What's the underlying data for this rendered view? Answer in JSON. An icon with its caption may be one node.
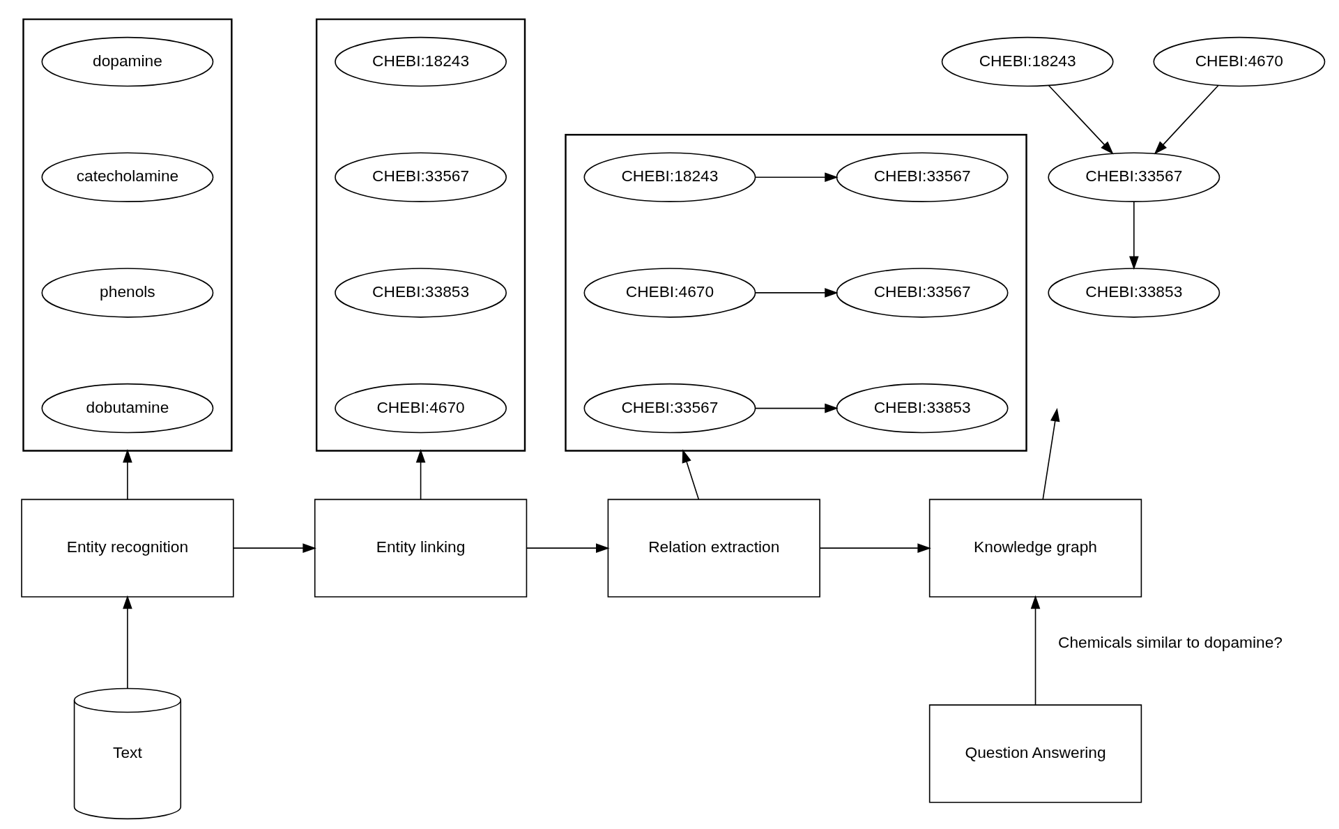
{
  "diagram": {
    "nodes": [
      {
        "text": [],
        "shape": "box"
      },
      {
        "text": [
          "dopamine"
        ],
        "in": 0
      },
      {
        "text": [
          "catecholamine"
        ],
        "in": 0
      },
      {
        "text": [
          "phenols"
        ],
        "in": 0
      },
      {
        "text": [
          "dobutamine"
        ],
        "in": 0
      },
      {
        "text": [],
        "shape": "box"
      },
      {
        "text": [
          "CHEBI:18243"
        ],
        "in": 5
      },
      {
        "text": [
          "CHEBI:33567"
        ],
        "in": 5
      },
      {
        "text": [
          "CHEBI:33853"
        ],
        "in": 5
      },
      {
        "text": [
          "CHEBI:4670"
        ],
        "in": 5
      },
      {
        "text": [],
        "shape": "box"
      },
      {
        "text": [
          "CHEBI:18243"
        ],
        "in": 10
      },
      {
        "text": [
          "CHEBI:33567"
        ],
        "in": 10
      },
      {
        "text": [
          "CHEBI:4670"
        ],
        "in": 10
      },
      {
        "text": [
          "CHEBI:33567"
        ],
        "in": 10
      },
      {
        "text": [
          "CHEBI:33567"
        ],
        "in": 10
      },
      {
        "text": [
          "CHEBI:33853"
        ],
        "in": 10
      },
      {
        "text": [
          "CHEBI:18243"
        ]
      },
      {
        "text": [
          "CHEBI:4670"
        ]
      },
      {
        "text": [
          "CHEBI:33567"
        ]
      },
      {
        "text": [
          "CHEBI:33853"
        ]
      },
      {
        "text": [
          "Entity recognition"
        ]
      },
      {
        "text": [
          "Entity linking"
        ]
      },
      {
        "text": [
          "Relation extraction"
        ]
      },
      {
        "text": [
          "Knowledge graph"
        ]
      },
      {
        "text": [
          "Text"
        ]
      },
      {
        "text": [
          "Question Answering"
        ]
      }
    ],
    "edges": [
      {
        "from": 11,
        "to": 12,
        "arrow": "to"
      },
      {
        "from": 13,
        "to": 14,
        "arrow": "to"
      },
      {
        "from": 15,
        "to": 16,
        "arrow": "to"
      },
      {
        "from": 17,
        "to": 19,
        "arrow": "to"
      },
      {
        "from": 18,
        "to": 19,
        "arrow": "to"
      },
      {
        "from": 19,
        "to": 20,
        "arrow": "to"
      },
      {
        "from": 25,
        "to": 21,
        "arrow": "to"
      },
      {
        "from": 21,
        "to": 22,
        "arrow": "to"
      },
      {
        "from": 22,
        "to": 23,
        "arrow": "to"
      },
      {
        "from": 23,
        "to": 24,
        "arrow": "to"
      },
      {
        "from": 21,
        "to": 0,
        "arrow": "to"
      },
      {
        "from": 22,
        "to": 5,
        "arrow": "to"
      },
      {
        "from": 23,
        "to": 10,
        "arrow": "to"
      },
      {
        "from": 24,
        "to": null,
        "arrow": "to"
      },
      {
        "from": 26,
        "to": 24,
        "label": "Chemicals similar to dopamine?",
        "arrow": "to"
      }
    ]
  }
}
